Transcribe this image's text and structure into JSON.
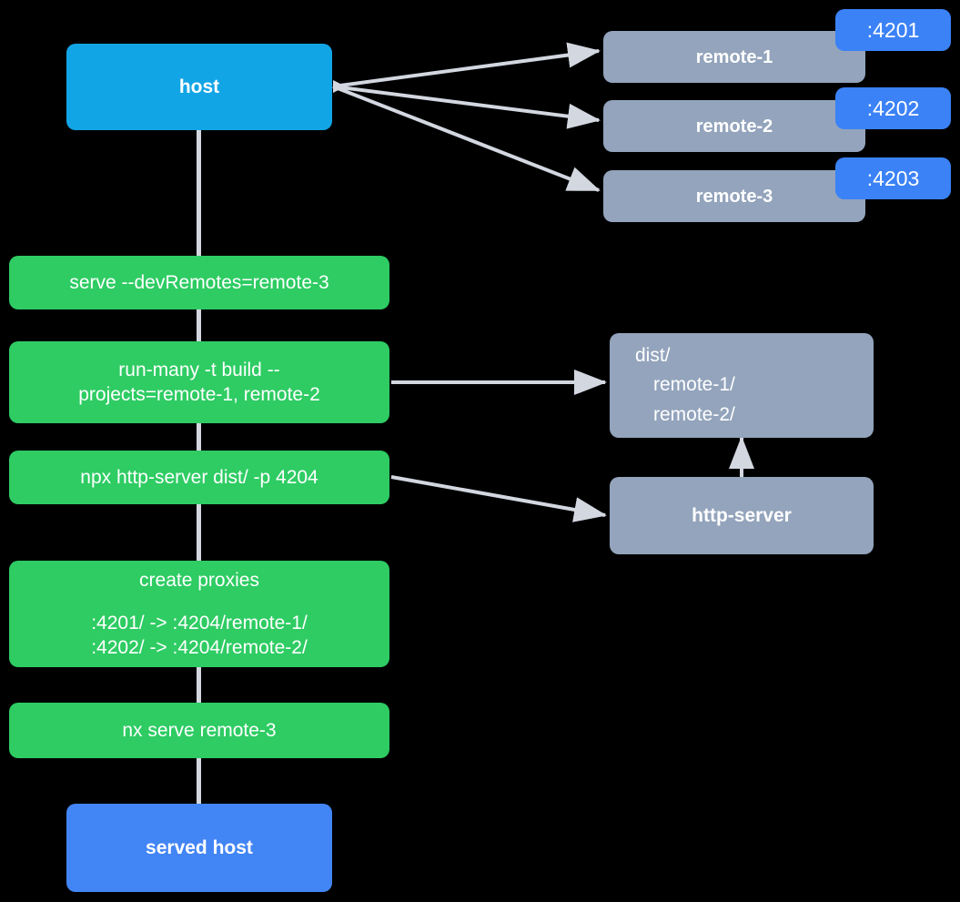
{
  "diagram": {
    "title": "Nx module federation host and remotes serve flow",
    "colors": {
      "background": "#000000",
      "host": "#12a5e5",
      "served_host": "#4285f4",
      "remote": "#93a4bc",
      "command": "#2ecc63",
      "badge": "#3b82f6",
      "edge": "#d2d7e0",
      "text": "#ffffff"
    }
  },
  "nodes": {
    "host": {
      "label": "host"
    },
    "served_host": {
      "label": "served host"
    },
    "remotes": [
      {
        "label": "remote-1",
        "port": ":4201"
      },
      {
        "label": "remote-2",
        "port": ":4202"
      },
      {
        "label": "remote-3",
        "port": ":4203"
      }
    ],
    "dist": {
      "root": "dist/",
      "children": [
        "remote-1/",
        "remote-2/"
      ]
    },
    "http_server": {
      "label": "http-server"
    }
  },
  "commands": [
    {
      "id": "serve-devremotes",
      "lines": [
        "serve --devRemotes=remote-3"
      ]
    },
    {
      "id": "run-many-build",
      "lines": [
        "run-many -t build --",
        "projects=remote-1, remote-2"
      ]
    },
    {
      "id": "npx-http-server",
      "lines": [
        "npx http-server dist/ -p 4204"
      ]
    },
    {
      "id": "create-proxies",
      "lines": [
        "create proxies"
      ],
      "mappings": [
        ":4201/ -> :4204/remote-1/",
        ":4202/ -> :4204/remote-2/"
      ]
    },
    {
      "id": "nx-serve-remote-3",
      "lines": [
        "nx serve remote-3"
      ]
    }
  ]
}
